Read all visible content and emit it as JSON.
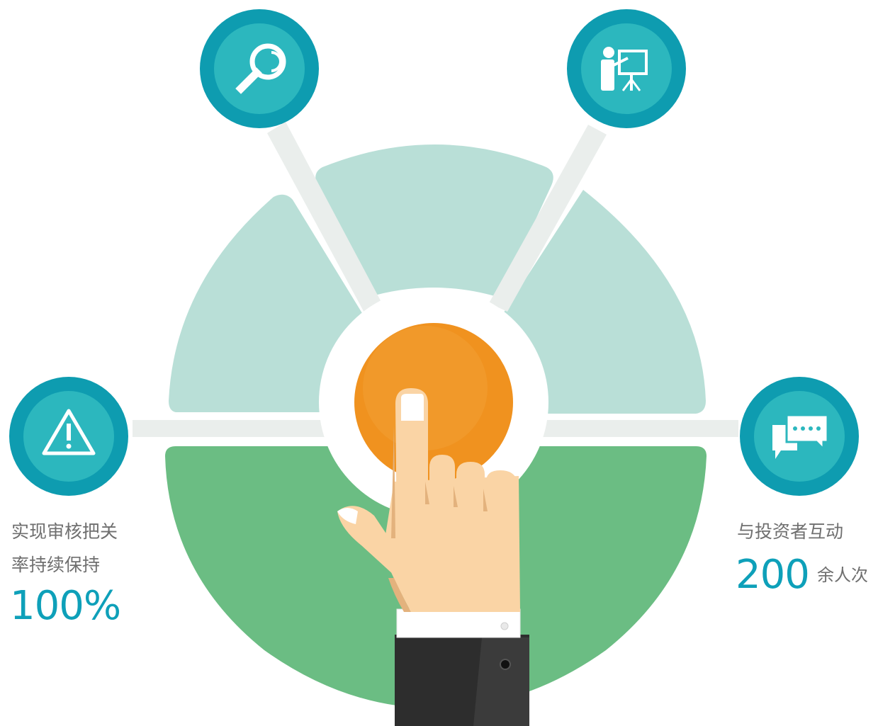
{
  "colors": {
    "teal_outer": "#0e9cb0",
    "teal_inner": "#2cb7be",
    "mint": "#b9dfd7",
    "green": "#6bbd83",
    "connector": "#eaeeec",
    "orange": "#f0921f",
    "skin": "#fad4a5",
    "skin_shadow": "#e3b27d",
    "sleeve": "#2d2d2d",
    "cuff": "#ffffff",
    "accent_text": "#0ea0b9",
    "body_text": "#6f6f6f"
  },
  "icons": {
    "top_left": "magnifier-icon",
    "top_right": "presentation-icon",
    "left": "warning-icon",
    "right": "chat-bubbles-icon"
  },
  "left_stat": {
    "line1": "实现审核把关",
    "line2": "率持续保持",
    "value": "100%"
  },
  "right_stat": {
    "line1": "与投资者互动",
    "value": "200",
    "unit": "余人次"
  }
}
